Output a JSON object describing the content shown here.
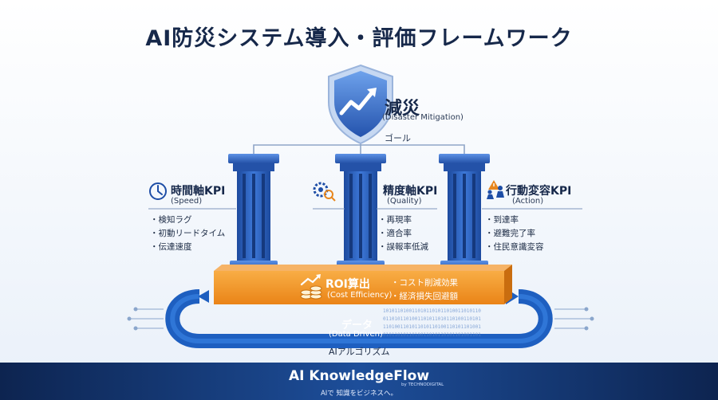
{
  "title": "AI防災システム導入・評価フレームワーク",
  "goal": {
    "main": "減災",
    "sub": "(Disaster Mitigation)",
    "label": "ゴール"
  },
  "kpis": [
    {
      "title": "時間軸KPI",
      "sub": "(Speed)",
      "items": [
        "検知ラグ",
        "初動リードタイム",
        "伝達速度"
      ],
      "icon": "clock-icon"
    },
    {
      "title": "精度軸KPI",
      "sub": "(Quality)",
      "items": [
        "再現率",
        "適合率",
        "誤報率低減"
      ],
      "icon": "gear-magnifier-icon"
    },
    {
      "title": "行動変容KPI",
      "sub": "(Action)",
      "items": [
        "到達率",
        "避難完了率",
        "住民意識変容"
      ],
      "icon": "people-alert-icon"
    }
  ],
  "roi": {
    "title": "ROI算出",
    "sub": "(Cost Efficiency)",
    "items": [
      "コスト削減効果",
      "経済損失回避額"
    ],
    "icon": "coins-growth-icon"
  },
  "data": {
    "main": "データ",
    "sub": "(Data Driven)",
    "algo": "AIアルゴリズム"
  },
  "footer": {
    "brand": "AI KnowledgeFlow",
    "by": "by TECHNODIGITAL",
    "tagline": "AIで 知識をビジネスへ。"
  },
  "colors": {
    "navy": "#16284a",
    "pillar_blue": "#2f63c4",
    "orange": "#f39a2d",
    "footer": "#0d2450"
  }
}
